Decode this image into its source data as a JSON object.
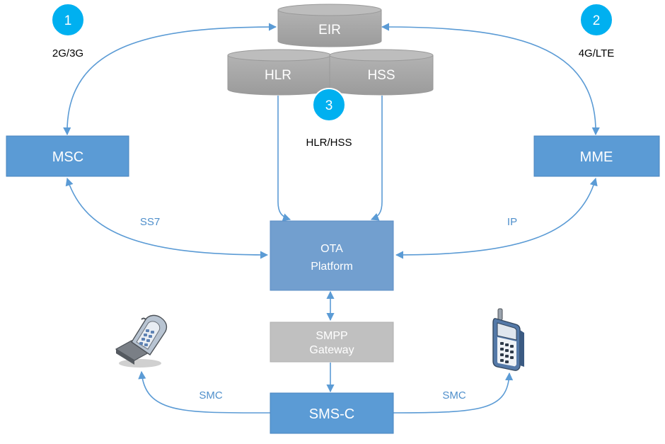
{
  "badges": {
    "one": {
      "number": "1",
      "caption": "2G/3G"
    },
    "two": {
      "number": "2",
      "caption": "4G/LTE"
    },
    "three": {
      "number": "3",
      "caption": "HLR/HSS"
    }
  },
  "databases": {
    "eir": "EIR",
    "hlr": "HLR",
    "hss": "HSS"
  },
  "nodes": {
    "msc": "MSC",
    "mme": "MME",
    "ota_line1": "OTA",
    "ota_line2": "Platform",
    "smpp_line1": "SMPP",
    "smpp_line2": "Gateway",
    "smsc": "SMS-C"
  },
  "links": {
    "ss7": "SS7",
    "ip": "IP",
    "smc_left": "SMC",
    "smc_right": "SMC"
  },
  "colors": {
    "node_blue": "#5b9bd5",
    "node_border": "#4a86bf",
    "ota_fill": "#729fcf",
    "gateway_gray": "#c0c0c0",
    "db_gray": "#a6a6a6",
    "badge_cyan": "#00b0f0",
    "line_blue": "#5b9bd5",
    "label_blue": "#4f8fcb"
  },
  "icons": {
    "left_phone": "flip-phone-icon",
    "right_phone": "cell-phone-icon"
  }
}
